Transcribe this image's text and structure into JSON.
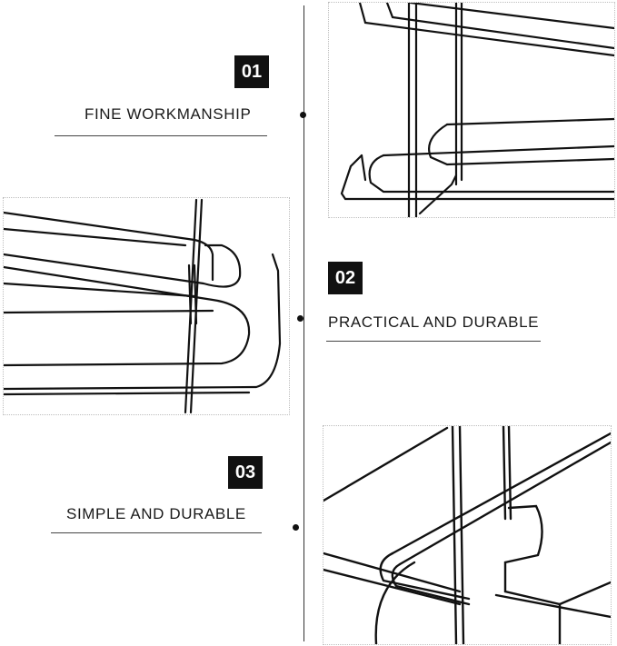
{
  "features": [
    {
      "number": "01",
      "label": "FINE WORKMANSHIP"
    },
    {
      "number": "02",
      "label": "PRACTICAL AND DURABLE"
    },
    {
      "number": "03",
      "label": "SIMPLE AND DURABLE"
    }
  ],
  "colors": {
    "badge": "#111111",
    "wire": "#111111",
    "line": "#333333"
  }
}
